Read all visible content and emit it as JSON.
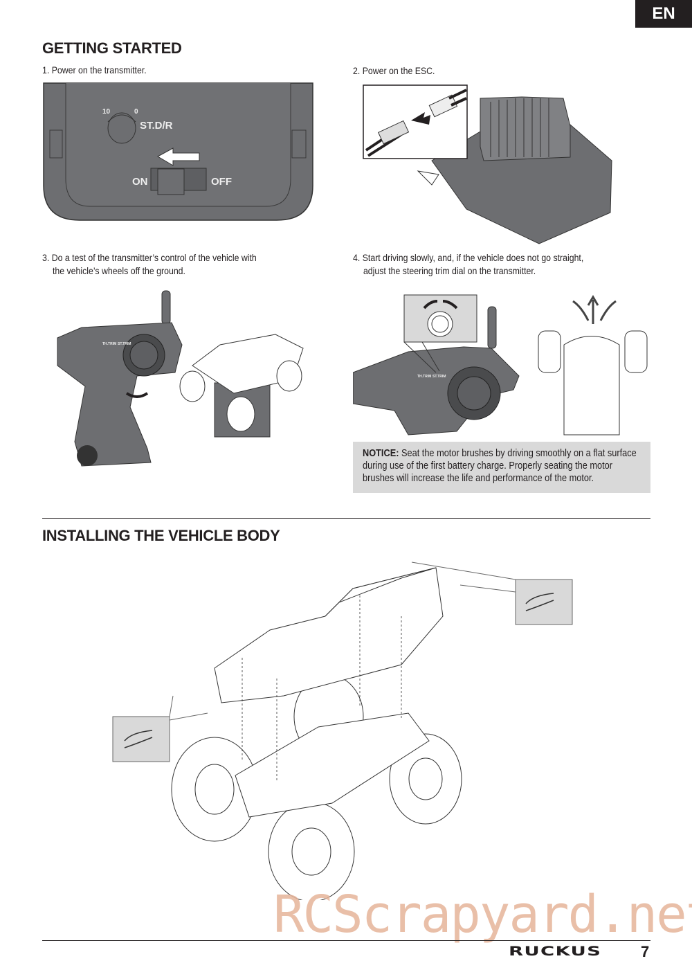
{
  "language_tab": "EN",
  "getting_started": {
    "title": "GETTING STARTED",
    "steps": [
      {
        "number": "1.",
        "text": "Power on the transmitter."
      },
      {
        "number": "2.",
        "text": "Power on the ESC."
      },
      {
        "number": "3.",
        "text_line1": "Do a test of the transmitter’s control of the vehicle with",
        "text_line2": "the vehicle’s wheels off the ground."
      },
      {
        "number": "4.",
        "text_line1": "Start driving slowly, and, if the vehicle does not go straight,",
        "text_line2": "adjust the steering trim dial on the transmitter."
      }
    ],
    "transmitter_labels": {
      "dial_max": "10",
      "dial_min": "0",
      "dial_name": "ST.D/R",
      "on": "ON",
      "off": "OFF"
    },
    "trim_labels": {
      "throttle": "TH.TRIM",
      "steering": "ST.TRIM"
    },
    "notice": {
      "label": "NOTICE:",
      "text": " Seat the motor brushes by driving smoothly on a flat surface during use of the first battery charge. Properly seating the motor brushes will increase the life and performance of the motor."
    }
  },
  "installing_body": {
    "title": "INSTALLING THE VEHICLE BODY"
  },
  "watermark": "RCScrapyard.net",
  "footer": {
    "logo": "RUCKUS",
    "page_number": "7"
  },
  "colors": {
    "tab_bg": "#231f20",
    "illustration_gray": "#6d6e71",
    "notice_bg": "#d9d9d9",
    "watermark": "#e6b49a"
  }
}
